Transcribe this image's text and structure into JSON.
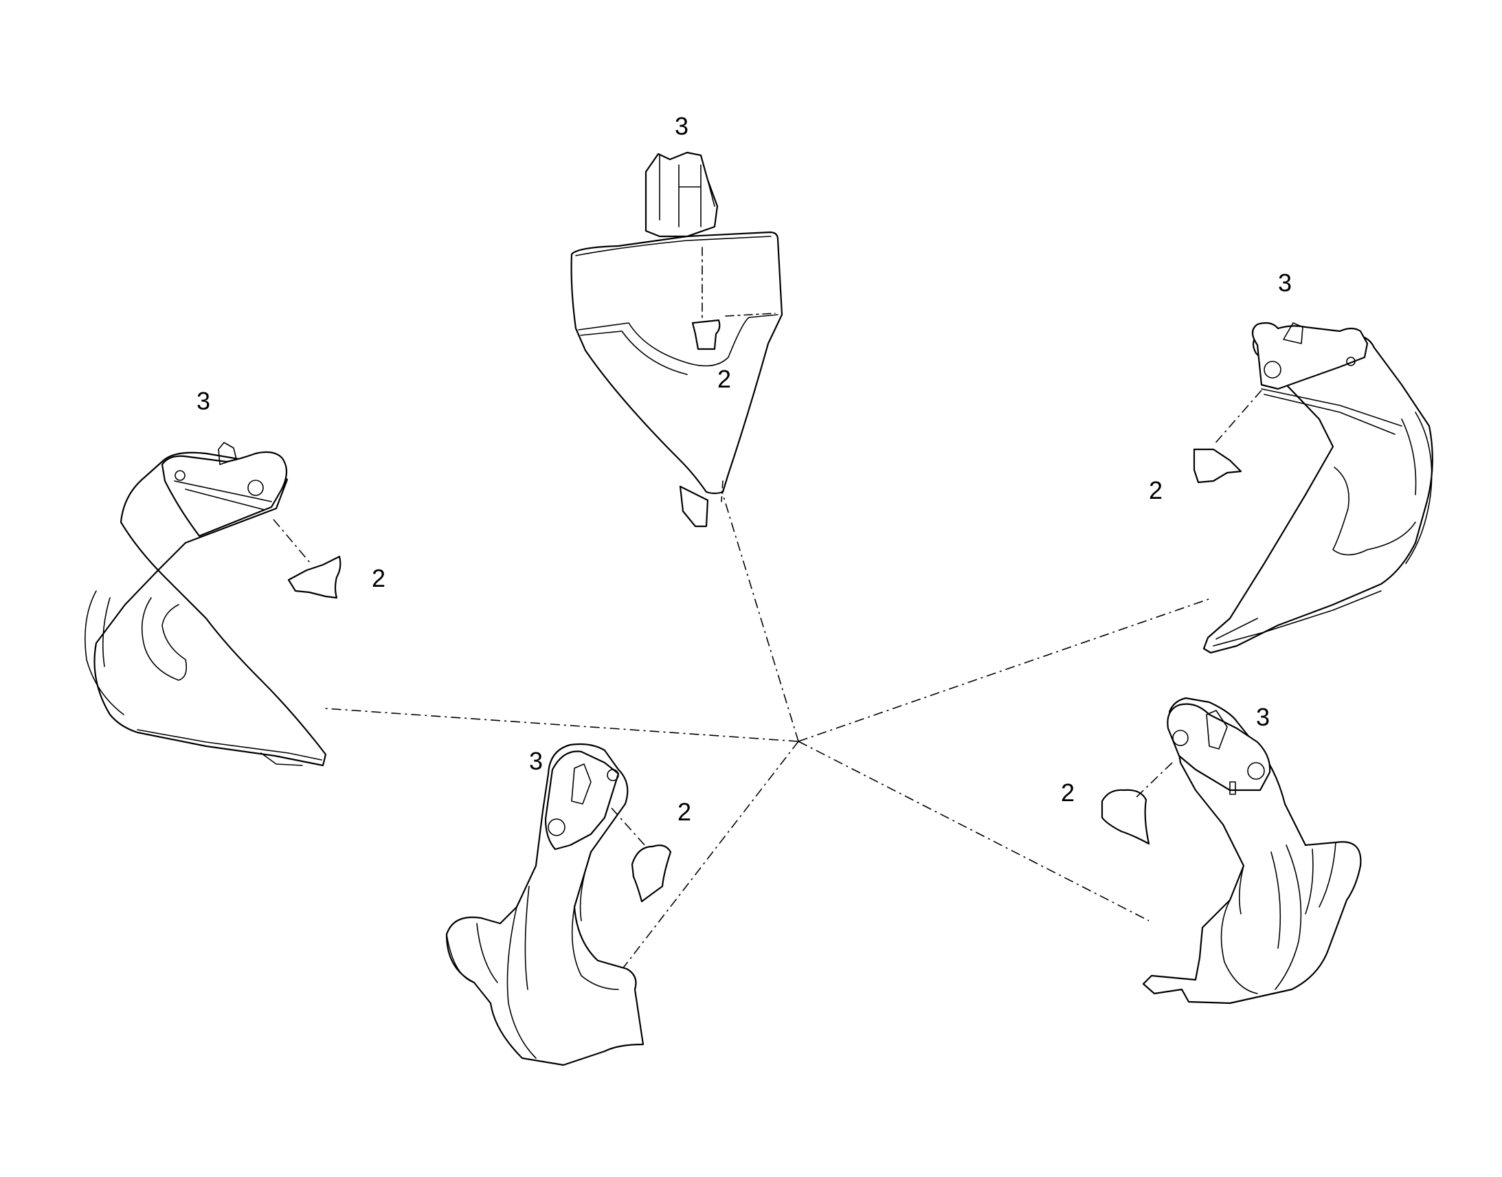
{
  "callouts": {
    "top_bucket_label": "3",
    "top_part_label": "2",
    "left_bucket_label": "3",
    "left_part_label": "2",
    "right_bucket_label": "3",
    "right_part_label": "2",
    "bottom_left_bucket_label": "3",
    "bottom_left_part_label": "2",
    "bottom_right_bucket_label": "3",
    "bottom_right_part_label": "2"
  }
}
